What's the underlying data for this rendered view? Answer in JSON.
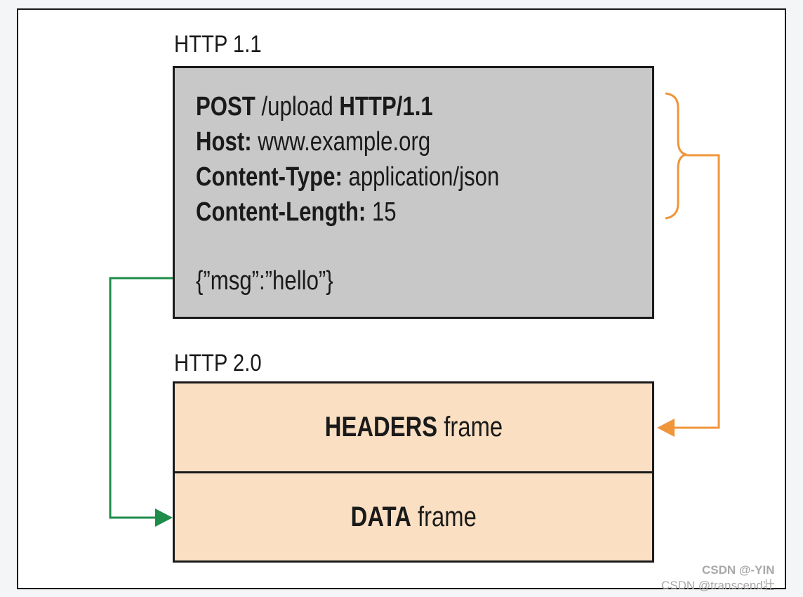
{
  "http11": {
    "title": "HTTP 1.1",
    "request": {
      "method": "POST",
      "path": " /upload ",
      "version": "HTTP/1.1",
      "headers": [
        {
          "name": "Host:",
          "value": " www.example.org"
        },
        {
          "name": "Content-Type:",
          "value": " application/json"
        },
        {
          "name": "Content-Length:",
          "value": " 15"
        }
      ],
      "body": "{”msg”:”hello”}"
    }
  },
  "http2": {
    "title": "HTTP 2.0",
    "frames": [
      {
        "type": "HEADERS",
        "suffix": " frame"
      },
      {
        "type": "DATA",
        "suffix": " frame"
      }
    ]
  },
  "colors": {
    "http11_box": "#c8c8c8",
    "http2_box": "#fadfc2",
    "headers_arrow": "#f0953a",
    "data_arrow": "#1e8c4a"
  },
  "watermark": {
    "line1": "CSDN @-YIN",
    "line2": "CSDN @transcend壮"
  }
}
